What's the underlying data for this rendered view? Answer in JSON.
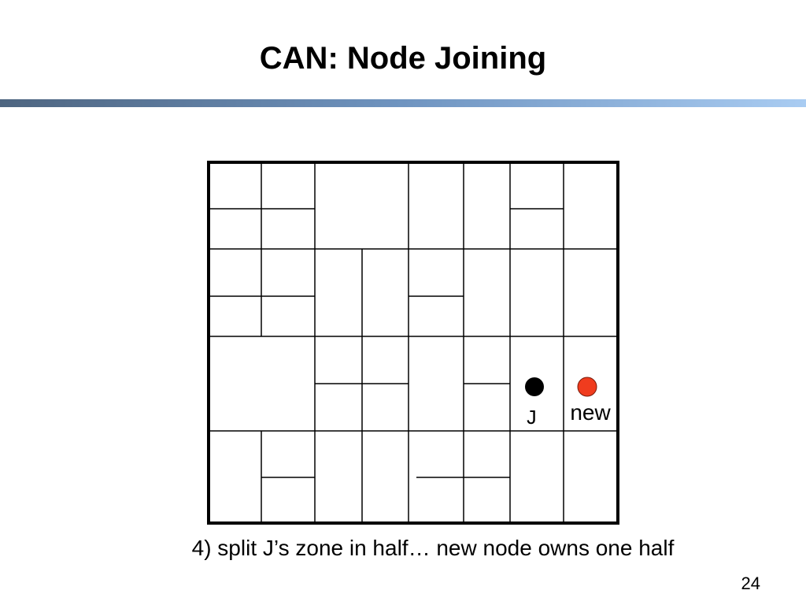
{
  "slide": {
    "title": "CAN: Node Joining",
    "caption": "4) split J’s zone in half… new node owns one half",
    "page_number": "24"
  },
  "diagram": {
    "node_j_label": "J",
    "node_new_label": "new",
    "colors": {
      "grid": "#000000",
      "node_j": "#000000",
      "node_new": "#f03c1e",
      "title_bar_start": "#4e6580",
      "title_bar_end": "#a9ccf2"
    }
  }
}
